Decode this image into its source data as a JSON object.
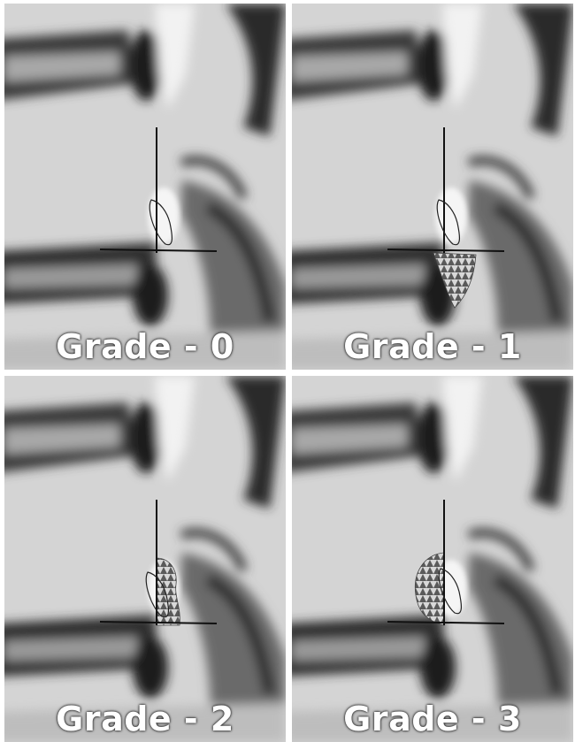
{
  "panels": [
    {
      "label": "Grade - 0",
      "grade": 0
    },
    {
      "label": "Grade - 1",
      "grade": 1
    },
    {
      "label": "Grade - 2",
      "grade": 2
    },
    {
      "label": "Grade - 3",
      "grade": 3
    }
  ],
  "colors": {
    "background": "#d9d9d9",
    "anatomy_dark": "#2a2a2a",
    "anatomy_light": "#e6e6e6",
    "guide_lines": "#111111",
    "caption_text": "#ffffff"
  }
}
